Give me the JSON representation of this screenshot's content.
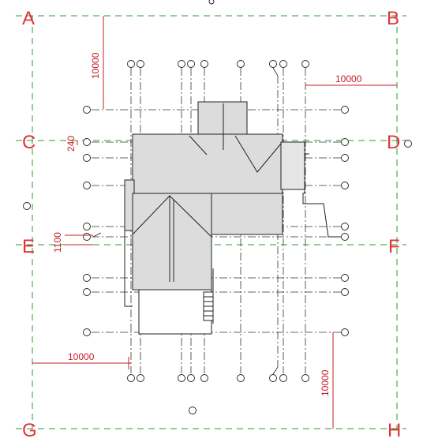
{
  "corner_labels": {
    "A": "A",
    "B": "B",
    "C": "C",
    "D": "D",
    "E": "E",
    "F": "F",
    "G": "G",
    "H": "H"
  },
  "dimensions": {
    "top_left_vertical": "10000",
    "top_right_horizontal": "10000",
    "left_small": "240",
    "left_mid": "1100",
    "bottom_left_horizontal": "10000",
    "bottom_right_vertical": "10000"
  },
  "colors": {
    "corner_label": "#e0343a",
    "boundary": "#2e9a2e",
    "dimension": "#c0202a",
    "gridline": "#333333",
    "roof_fill": "#dcdcdc",
    "outline": "#222222"
  }
}
